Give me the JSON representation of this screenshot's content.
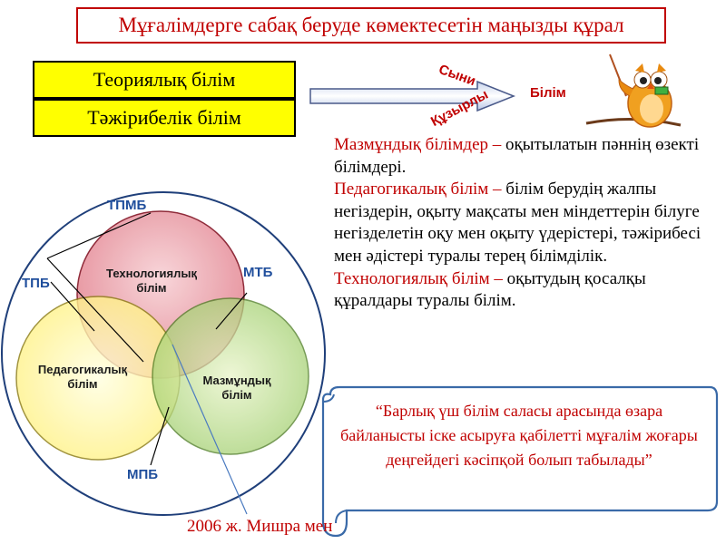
{
  "title": "Мұғалімдерге сабақ беруде көмектесетін маңызды құрал",
  "boxes": [
    "Теориялық білім",
    "Тәжірибелік білім"
  ],
  "arrow_labels": {
    "critical": "Сыни",
    "creative": "Құзырлы",
    "result": "Білім"
  },
  "venn": {
    "circles": {
      "technology": "Технологиялық білім",
      "pedagogy": "Педагогикалық білім",
      "content": "Мазмұндық білім"
    },
    "tags": {
      "tpmb": "ТПМБ",
      "mtb": "МТБ",
      "tpb": "ТПБ",
      "mpb": "МПБ"
    },
    "colors": {
      "technology": "#e8a0a8",
      "pedagogy": "#ffff99",
      "content": "#a8d878"
    }
  },
  "description": {
    "l1_red": "Мазмұндық білімдер –",
    "l1_rest": " оқытылатын пәннің өзекті білімдері.",
    "l2_red": "Педагогикалық білім –",
    "l2_rest": " білім берудің жалпы негіздерін, оқыту мақсаты мен міндеттерін білуге негізделетін оқу мен оқыту үдерістері, тәжірибесі мен әдістері туралы терең білімділік.",
    "l3_red": "Технологиялық білім –",
    "l3_rest": " оқытудың қосалқы құралдары туралы білім."
  },
  "quote": "“Барлық үш білім саласы арасында өзара байланысты іске асыруға қабілетті мұғалім жоғары деңгейдегі кәсіпқой болып табылады”",
  "source": "2006 ж. Мишра мен"
}
